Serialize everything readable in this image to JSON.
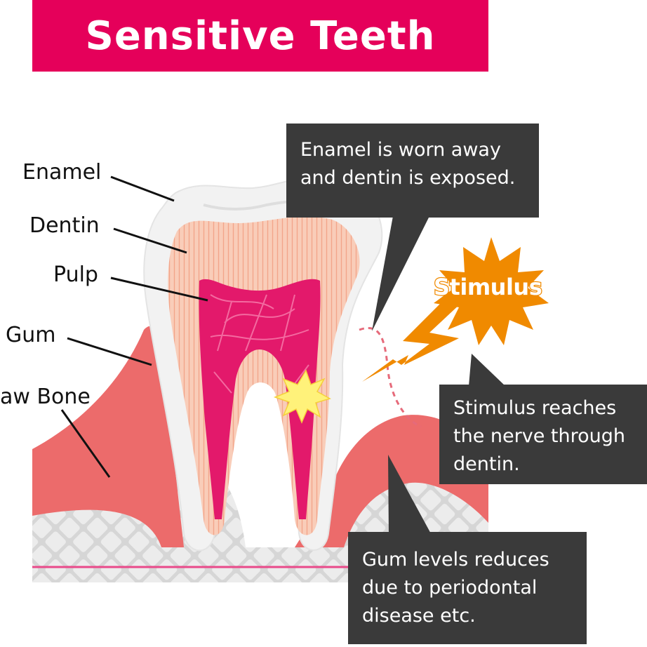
{
  "title": "Sensitive Teeth",
  "labels": {
    "enamel": "Enamel",
    "dentin": "Dentin",
    "pulp": "Pulp",
    "gum": "Gum",
    "jaw_bone": "aw Bone"
  },
  "callouts": {
    "enamel_worn": [
      "Enamel is worn away",
      "and dentin is exposed."
    ],
    "stimulus_reaches": [
      "Stimulus reaches",
      "the nerve through",
      "dentin."
    ],
    "gum_levels": [
      "Gum levels reduces",
      "due to periodontal",
      "disease etc."
    ]
  },
  "stimulus_label": "Stimulus",
  "colors": {
    "title_bg": "#e5005a",
    "callout_bg": "#3a3a3a",
    "gum": "#ec6b6b",
    "pulp": "#e3196b",
    "dentin": "#f7c3ad",
    "enamel": "#f2f2f2",
    "stimulus": "#f08a00",
    "bone": "#dcdcdc"
  }
}
